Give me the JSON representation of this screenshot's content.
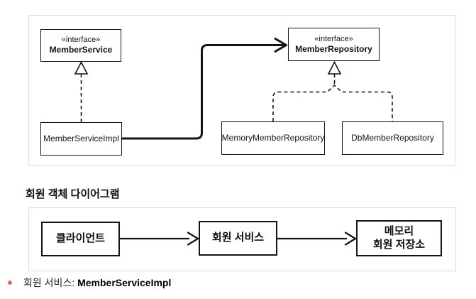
{
  "colors": {
    "background": "#ffffff",
    "panel_border": "#dcdcdc",
    "line": "#141414",
    "bullet_dot": "#e0695f"
  },
  "class_diagram": {
    "member_service": {
      "stereotype": "«interface»",
      "name": "MemberService"
    },
    "member_service_impl": {
      "name": "MemberServiceImpl"
    },
    "member_repository": {
      "stereotype": "«interface»",
      "name": "MemberRepository"
    },
    "memory_member_repository": {
      "name": "MemoryMemberRepository"
    },
    "db_member_repository": {
      "name": "DbMemberRepository"
    }
  },
  "heading": {
    "text": "회원 객체 다이어그램"
  },
  "object_diagram": {
    "client": {
      "label": "클라이언트"
    },
    "member_service": {
      "label": "회원 서비스"
    },
    "memory_member_store": {
      "line1": "메모리",
      "line2": "회원 저장소"
    }
  },
  "bullet": {
    "prefix": "회원 서비스: ",
    "strong": "MemberServiceImpl"
  }
}
